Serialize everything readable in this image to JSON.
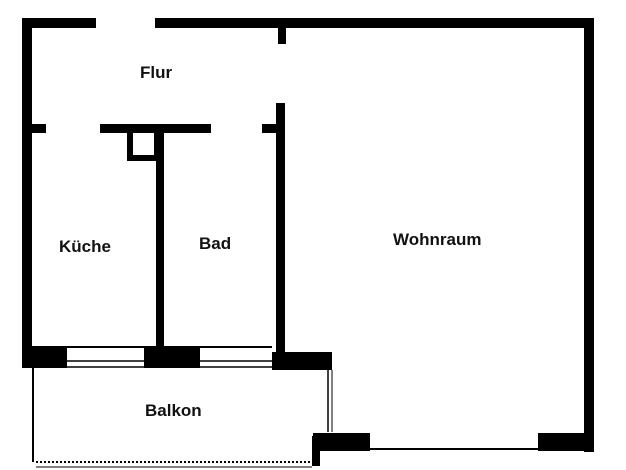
{
  "plan": {
    "rooms": {
      "flur": "Flur",
      "kueche": "Küche",
      "bad": "Bad",
      "wohnraum": "Wohnraum",
      "balkon": "Balkon"
    },
    "wall_color": "#000000",
    "background": "#ffffff"
  }
}
